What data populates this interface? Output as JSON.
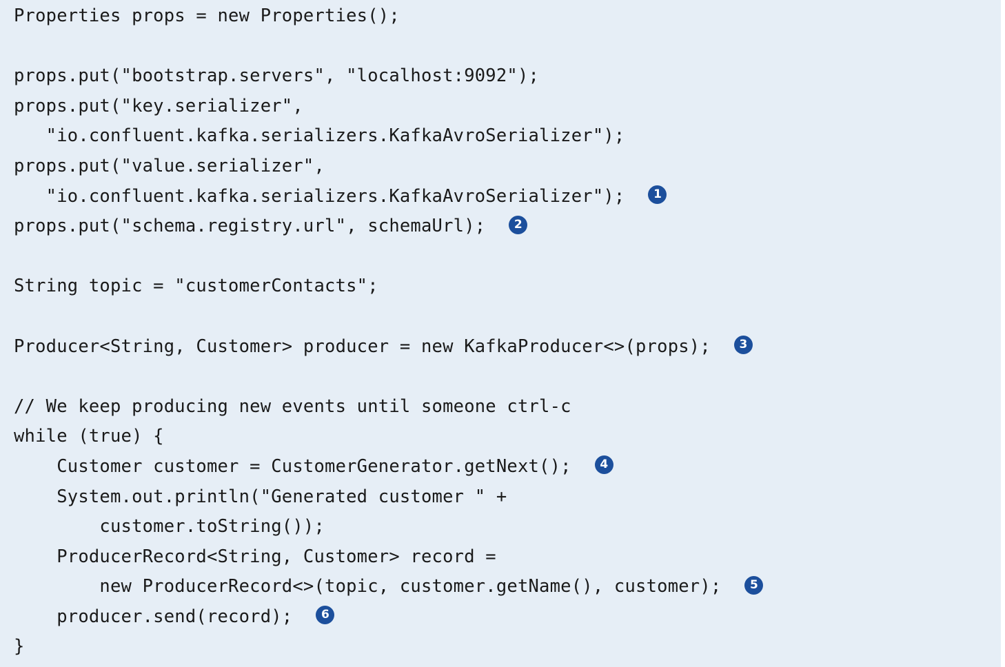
{
  "code": {
    "lines": [
      {
        "text": "Properties props = new Properties();",
        "callout": ""
      },
      {
        "text": "",
        "callout": ""
      },
      {
        "text": "props.put(\"bootstrap.servers\", \"localhost:9092\");",
        "callout": ""
      },
      {
        "text": "props.put(\"key.serializer\",",
        "callout": ""
      },
      {
        "text": "   \"io.confluent.kafka.serializers.KafkaAvroSerializer\");",
        "callout": ""
      },
      {
        "text": "props.put(\"value.serializer\",",
        "callout": ""
      },
      {
        "text": "   \"io.confluent.kafka.serializers.KafkaAvroSerializer\");",
        "callout": "1"
      },
      {
        "text": "props.put(\"schema.registry.url\", schemaUrl);",
        "callout": "2"
      },
      {
        "text": "",
        "callout": ""
      },
      {
        "text": "String topic = \"customerContacts\";",
        "callout": ""
      },
      {
        "text": "",
        "callout": ""
      },
      {
        "text": "Producer<String, Customer> producer = new KafkaProducer<>(props);",
        "callout": "3"
      },
      {
        "text": "",
        "callout": ""
      },
      {
        "text": "// We keep producing new events until someone ctrl-c",
        "callout": ""
      },
      {
        "text": "while (true) {",
        "callout": ""
      },
      {
        "text": "    Customer customer = CustomerGenerator.getNext();",
        "callout": "4"
      },
      {
        "text": "    System.out.println(\"Generated customer \" +",
        "callout": ""
      },
      {
        "text": "        customer.toString());",
        "callout": ""
      },
      {
        "text": "    ProducerRecord<String, Customer> record =",
        "callout": ""
      },
      {
        "text": "        new ProducerRecord<>(topic, customer.getName(), customer);",
        "callout": "5"
      },
      {
        "text": "    producer.send(record);",
        "callout": "6"
      },
      {
        "text": "}",
        "callout": ""
      }
    ]
  },
  "colors": {
    "panel_background": "#e6eef6",
    "code_text": "#1a1a1a",
    "callout_fill": "#1c4f9c",
    "callout_text": "#ffffff"
  }
}
